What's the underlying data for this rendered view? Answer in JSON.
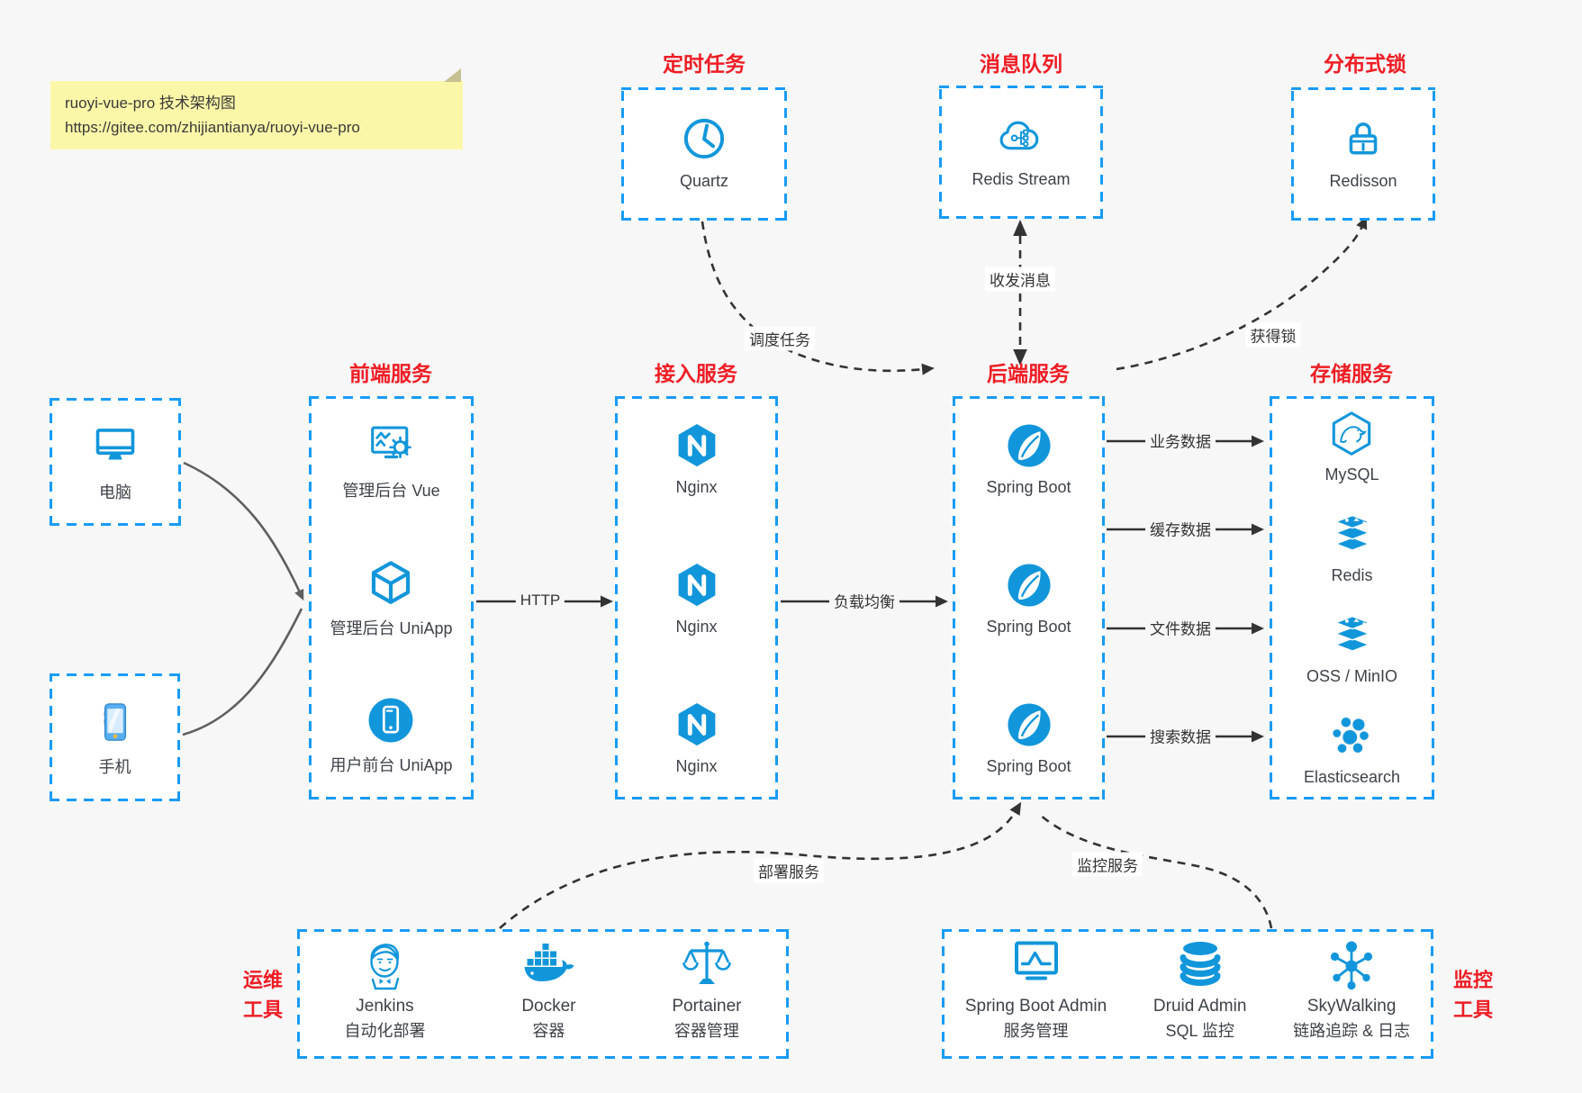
{
  "note": {
    "line1": "ruoyi-vue-pro 技术架构图",
    "line2": "https://gitee.com/zhijiantianya/ruoyi-vue-pro"
  },
  "colors": {
    "icon_blue": "#1296db",
    "border_blue": "#189bf7",
    "title_red": "#ee1d24",
    "note_yellow": "#fbf7a8"
  },
  "top_services": [
    {
      "title": "定时任务",
      "label": "Quartz",
      "icon": "clock-icon"
    },
    {
      "title": "消息队列",
      "label": "Redis Stream",
      "icon": "cloud-stream-icon"
    },
    {
      "title": "分布式锁",
      "label": "Redisson",
      "icon": "lock-icon"
    }
  ],
  "clients": [
    {
      "label": "电脑",
      "icon": "desktop-icon"
    },
    {
      "label": "手机",
      "icon": "smartphone-icon"
    }
  ],
  "columns": {
    "frontend": {
      "title": "前端服务",
      "items": [
        {
          "label": "管理后台 Vue",
          "icon": "admin-vue-icon"
        },
        {
          "label": "管理后台 UniApp",
          "icon": "uniapp-cube-icon"
        },
        {
          "label": "用户前台 UniApp",
          "icon": "user-app-icon"
        }
      ]
    },
    "access": {
      "title": "接入服务",
      "items": [
        {
          "label": "Nginx",
          "icon": "nginx-icon"
        },
        {
          "label": "Nginx",
          "icon": "nginx-icon"
        },
        {
          "label": "Nginx",
          "icon": "nginx-icon"
        }
      ]
    },
    "backend": {
      "title": "后端服务",
      "items": [
        {
          "label": "Spring Boot",
          "icon": "spring-boot-icon"
        },
        {
          "label": "Spring Boot",
          "icon": "spring-boot-icon"
        },
        {
          "label": "Spring Boot",
          "icon": "spring-boot-icon"
        }
      ]
    },
    "storage": {
      "title": "存储服务",
      "items": [
        {
          "label": "MySQL",
          "icon": "mysql-icon"
        },
        {
          "label": "Redis",
          "icon": "redis-icon"
        },
        {
          "label": "OSS / MinIO",
          "icon": "oss-minio-icon"
        },
        {
          "label": "Elasticsearch",
          "icon": "elasticsearch-icon"
        }
      ]
    }
  },
  "tools": {
    "ops": {
      "side_title": [
        "运维",
        "工具"
      ],
      "items": [
        {
          "name": "Jenkins",
          "desc": "自动化部署",
          "icon": "jenkins-icon"
        },
        {
          "name": "Docker",
          "desc": "容器",
          "icon": "docker-icon"
        },
        {
          "name": "Portainer",
          "desc": "容器管理",
          "icon": "portainer-icon"
        }
      ]
    },
    "monitoring": {
      "side_title": [
        "监控",
        "工具"
      ],
      "items": [
        {
          "name": "Spring Boot Admin",
          "desc": "服务管理",
          "icon": "spring-boot-admin-icon"
        },
        {
          "name": "Druid Admin",
          "desc": "SQL 监控",
          "icon": "druid-icon"
        },
        {
          "name": "SkyWalking",
          "desc": "链路追踪 & 日志",
          "icon": "skywalking-icon"
        }
      ]
    }
  },
  "edges": {
    "http": "HTTP",
    "load_balance": "负载均衡",
    "schedule": "调度任务",
    "messages": "收发消息",
    "lock": "获得锁",
    "business_data": "业务数据",
    "cache_data": "缓存数据",
    "file_data": "文件数据",
    "search_data": "搜索数据",
    "deploy": "部署服务",
    "monitor": "监控服务"
  }
}
